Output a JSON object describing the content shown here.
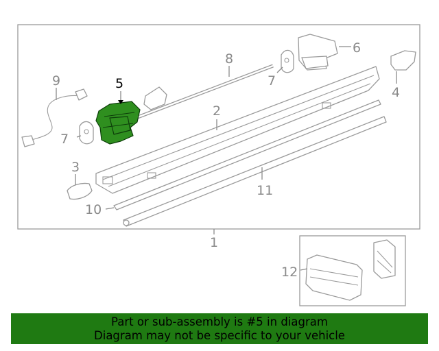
{
  "callouts": {
    "c1": "1",
    "c2": "2",
    "c3": "3",
    "c4": "4",
    "c5": "5",
    "c6": "6",
    "c7a": "7",
    "c7b": "7",
    "c8": "8",
    "c9": "9",
    "c10": "10",
    "c11": "11",
    "c12": "12"
  },
  "highlight_part": "5",
  "colors": {
    "highlight": "#2f8f1f",
    "banner_bg": "#1f7a12",
    "line": "#9a9a9a"
  },
  "banner": {
    "line1": "Part or sub-assembly is #5 in diagram",
    "line2": "Diagram may not be specific to your vehicle"
  }
}
